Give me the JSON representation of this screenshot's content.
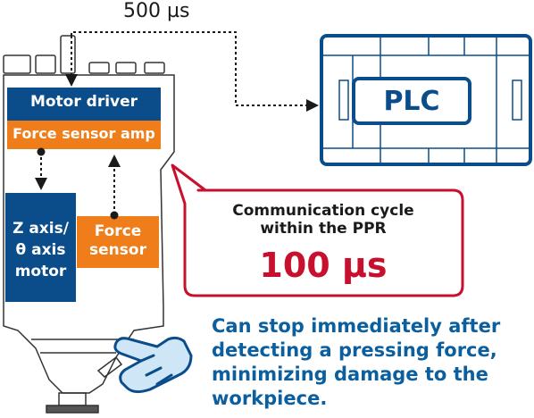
{
  "timing": {
    "device_to_plc": "500 µs"
  },
  "device": {
    "motor_driver": "Motor driver",
    "force_sensor_amp": "Force sensor amp",
    "z_axis_motor": "Z axis/\nθ axis\nmotor",
    "force_sensor": "Force\nsensor"
  },
  "plc": {
    "label": "PLC"
  },
  "callout": {
    "title": "Communication cycle\nwithin the PPR",
    "value": "100 µs"
  },
  "description": "Can stop immediately after detecting a pressing force, minimizing damage to the workpiece.",
  "colors": {
    "navy": "#0b4d8b",
    "orange": "#ee7d1a",
    "red": "#c8102e",
    "text_blue": "#0b5f9e"
  }
}
